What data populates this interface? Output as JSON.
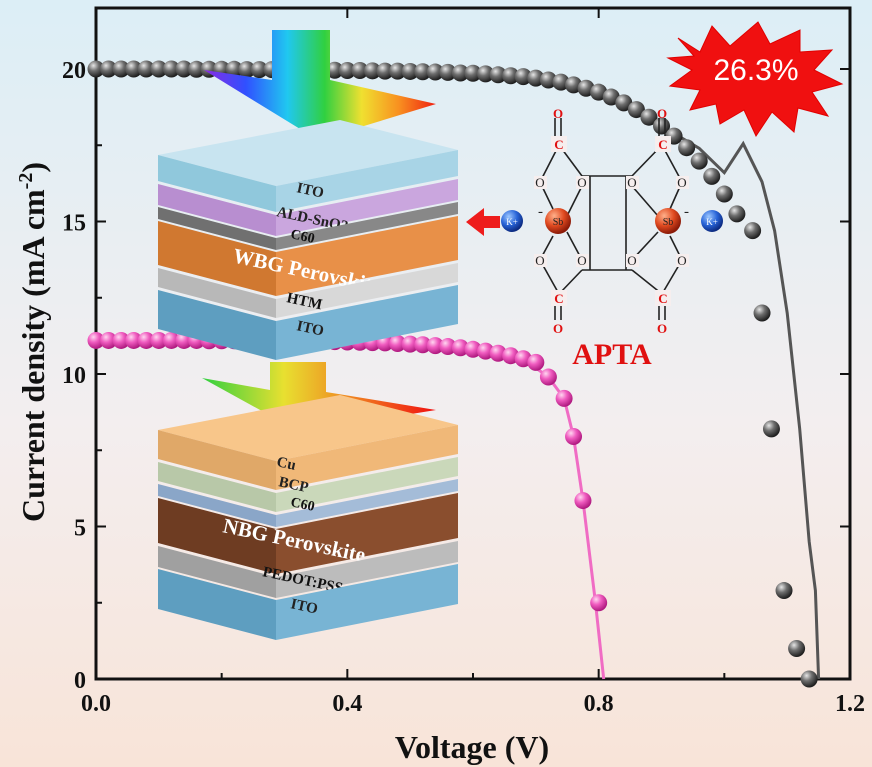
{
  "chart_data": {
    "type": "scatter",
    "xlabel": "Voltage (V)",
    "ylabel": {
      "main": "Current density (mA cm",
      "sup": "-2",
      "end": ")"
    },
    "xlim": [
      0.0,
      1.2
    ],
    "ylim": [
      0,
      22
    ],
    "xticks": [
      "0.0",
      "0.4",
      "0.8",
      "1.2"
    ],
    "yticks": [
      "0",
      "5",
      "10",
      "15",
      "20"
    ],
    "series": [
      {
        "color": "#555555",
        "x": [
          0.0,
          0.02,
          0.04,
          0.06,
          0.08,
          0.1,
          0.12,
          0.14,
          0.16,
          0.18,
          0.2,
          0.22,
          0.24,
          0.26,
          0.28,
          0.3,
          0.32,
          0.34,
          0.36,
          0.38,
          0.4,
          0.42,
          0.44,
          0.46,
          0.48,
          0.5,
          0.52,
          0.54,
          0.56,
          0.58,
          0.6,
          0.62,
          0.64,
          0.66,
          0.68,
          0.7,
          0.72,
          0.74,
          0.76,
          0.78,
          0.8,
          0.82,
          0.84,
          0.86,
          0.88,
          0.9,
          0.92,
          0.94,
          0.96,
          0.98,
          1.0,
          1.02,
          1.045,
          1.06,
          1.075,
          1.095,
          1.115,
          1.135
        ],
        "y": [
          20.0,
          20.0,
          20.0,
          20.0,
          20.0,
          20.0,
          20.0,
          20.0,
          19.99,
          19.99,
          19.99,
          19.99,
          19.98,
          19.98,
          19.98,
          19.98,
          19.97,
          19.97,
          19.96,
          19.96,
          19.95,
          19.95,
          19.94,
          19.93,
          19.93,
          19.92,
          19.91,
          19.9,
          19.89,
          19.87,
          19.86,
          19.84,
          19.81,
          19.78,
          19.75,
          19.7,
          19.64,
          19.57,
          19.48,
          19.37,
          19.24,
          19.08,
          18.89,
          18.67,
          18.42,
          18.13,
          17.8,
          17.42,
          16.98,
          16.48,
          15.9,
          15.25,
          14.7,
          12.0,
          8.2,
          2.9,
          1.0,
          0.0
        ],
        "fit": [
          [
            0.0,
            20.0
          ],
          [
            0.4,
            19.95
          ],
          [
            0.6,
            19.86
          ],
          [
            0.7,
            19.7
          ],
          [
            0.8,
            19.24
          ],
          [
            0.9,
            18.13
          ],
          [
            0.96,
            17.4
          ],
          [
            1.0,
            16.6
          ],
          [
            1.03,
            17.55
          ],
          [
            1.06,
            16.3
          ],
          [
            1.08,
            14.7
          ],
          [
            1.1,
            12.0
          ],
          [
            1.12,
            8.2
          ],
          [
            1.135,
            4.5
          ],
          [
            1.145,
            2.9
          ],
          [
            1.15,
            0.0
          ]
        ]
      },
      {
        "color": "#f23fb0",
        "x": [
          0.0,
          0.02,
          0.04,
          0.06,
          0.08,
          0.1,
          0.12,
          0.14,
          0.16,
          0.18,
          0.2,
          0.22,
          0.24,
          0.26,
          0.28,
          0.3,
          0.32,
          0.34,
          0.36,
          0.38,
          0.4,
          0.42,
          0.44,
          0.46,
          0.48,
          0.5,
          0.52,
          0.54,
          0.56,
          0.58,
          0.6,
          0.62,
          0.64,
          0.66,
          0.68,
          0.7,
          0.72,
          0.745,
          0.76,
          0.775,
          0.8
        ],
        "y": [
          11.1,
          11.1,
          11.1,
          11.1,
          11.1,
          11.1,
          11.1,
          11.1,
          11.1,
          11.09,
          11.09,
          11.09,
          11.09,
          11.08,
          11.08,
          11.08,
          11.07,
          11.07,
          11.06,
          11.06,
          11.05,
          11.04,
          11.03,
          11.02,
          11.0,
          10.98,
          10.96,
          10.93,
          10.9,
          10.86,
          10.81,
          10.75,
          10.68,
          10.6,
          10.5,
          10.38,
          9.9,
          9.2,
          7.95,
          5.85,
          2.5
        ],
        "fit": [
          [
            0.0,
            11.1
          ],
          [
            0.4,
            11.05
          ],
          [
            0.6,
            10.81
          ],
          [
            0.68,
            10.5
          ],
          [
            0.72,
            9.9
          ],
          [
            0.745,
            9.2
          ],
          [
            0.76,
            7.95
          ],
          [
            0.775,
            5.85
          ],
          [
            0.795,
            2.5
          ],
          [
            0.808,
            0.0
          ]
        ]
      }
    ],
    "annotations": {
      "efficiency": "26.3%",
      "molecule": "APTA",
      "top_stack": [
        "ITO",
        "ALD-SnO2",
        "C60",
        "WBG Perovskite",
        "HTM",
        "ITO"
      ],
      "bottom_stack": [
        "Cu",
        "BCP",
        "C60",
        "NBG Perovskite",
        "PEDOT:PSS",
        "ITO"
      ],
      "molecule_atoms": {
        "carbonyl_c": "C",
        "carbonyl_o": "O",
        "ring_o": "O",
        "metal": "Sb",
        "cation": "K+"
      }
    }
  }
}
